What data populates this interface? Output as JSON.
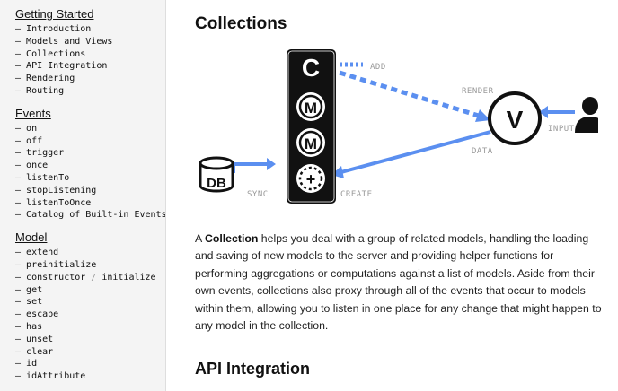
{
  "sidebar": {
    "sections": [
      {
        "title": "Getting Started",
        "items": [
          "Introduction",
          "Models and Views",
          "Collections",
          "API Integration",
          "Rendering",
          "Routing"
        ]
      },
      {
        "title": "Events",
        "items": [
          "on",
          "off",
          "trigger",
          "once",
          "listenTo",
          "stopListening",
          "listenToOnce",
          "Catalog of Built-in Events"
        ]
      },
      {
        "title": "Model",
        "items": [
          "extend",
          "preinitialize",
          "constructor",
          "initialize",
          "get",
          "set",
          "escape",
          "has",
          "unset",
          "clear",
          "id",
          "idAttribute"
        ]
      }
    ]
  },
  "main": {
    "title": "Collections",
    "diagram": {
      "collection_letter": "C",
      "model_letter": "M",
      "add_symbol": "+",
      "view_letter": "V",
      "db_label": "DB",
      "labels": {
        "add": "ADD",
        "render": "RENDER",
        "input": "INPUT",
        "data": "DATA",
        "sync": "SYNC",
        "create": "CREATE"
      },
      "colors": {
        "arrow": "#5b8ff0",
        "dark": "#111111",
        "label": "#9a9a9a"
      }
    },
    "paragraph": {
      "before": "A ",
      "bold": "Collection",
      "after": " helps you deal with a group of related models, handling the loading and saving of new models to the server and providing helper functions for performing aggregations or computations against a list of models. Aside from their own events, collections also proxy through all of the events that occur to models within them, allowing you to listen in one place for any change that might happen to any model in the collection."
    },
    "next_title": "API Integration"
  }
}
